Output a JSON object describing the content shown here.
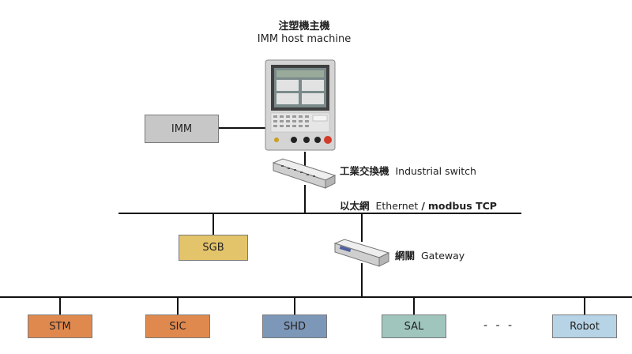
{
  "host": {
    "title_zh": "注塑機主機",
    "title_en": "IMM host machine"
  },
  "nodes": {
    "imm": {
      "label": "IMM",
      "color": "#c7c7c7"
    },
    "sgb": {
      "label": "SGB",
      "color": "#e3c46a"
    },
    "stm": {
      "label": "STM",
      "color": "#e0894e"
    },
    "sic": {
      "label": "SIC",
      "color": "#e0894e"
    },
    "shd": {
      "label": "SHD",
      "color": "#7d97b8"
    },
    "sal": {
      "label": "SAL",
      "color": "#9fc5bd"
    },
    "robot": {
      "label": "Robot",
      "color": "#b7d3e6"
    }
  },
  "labels": {
    "switch_zh": "工業交換機",
    "switch_en": "Industrial switch",
    "ethernet_zh": "以太網",
    "ethernet_en": "Ethernet",
    "ethernet_sep": "/",
    "ethernet_proto": "modbus TCP",
    "gateway_zh": "網關",
    "gateway_en": "Gateway",
    "ellipsis": "- - -"
  }
}
